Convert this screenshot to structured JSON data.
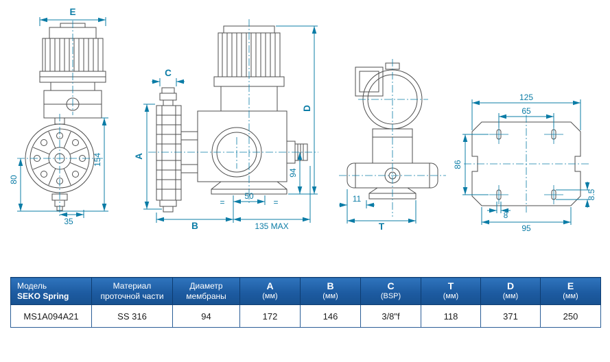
{
  "drawing": {
    "front": {
      "e": "E",
      "d154": "154",
      "d80": "80",
      "d35": "35"
    },
    "side": {
      "c": "C",
      "a": "A",
      "d": "D",
      "d94": "94",
      "d50": "50",
      "b": "B",
      "d135": "135 MAX",
      "eq1": "=",
      "eq2": "="
    },
    "end": {
      "t": "T",
      "d11": "11"
    },
    "plate": {
      "d125": "125",
      "d65": "65",
      "d86": "86",
      "d85": "8.5",
      "d8": "8",
      "d95": "95"
    }
  },
  "table": {
    "headers": [
      {
        "l1": "Модель",
        "l2": "SEKO Spring"
      },
      {
        "l1": "Материал",
        "l2": "проточной части"
      },
      {
        "l1": "Диаметр",
        "l2": "мембраны"
      },
      {
        "l1": "A",
        "l2": "(мм)"
      },
      {
        "l1": "B",
        "l2": "(мм)"
      },
      {
        "l1": "C",
        "l2": "(BSP)"
      },
      {
        "l1": "T",
        "l2": "(мм)"
      },
      {
        "l1": "D",
        "l2": "(мм)"
      },
      {
        "l1": "E",
        "l2": "(мм)"
      }
    ],
    "row": [
      "MS1A094A21",
      "SS 316",
      "94",
      "172",
      "146",
      "3/8\"f",
      "118",
      "371",
      "250"
    ]
  }
}
